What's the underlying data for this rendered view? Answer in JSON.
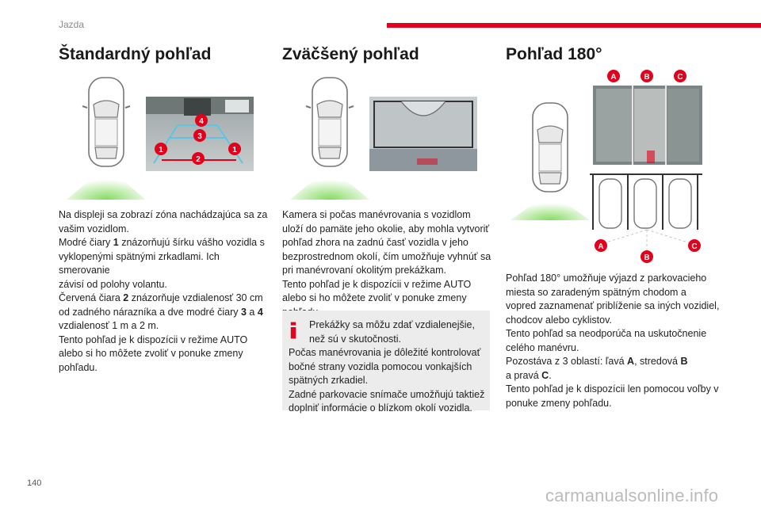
{
  "header": {
    "section": "Jazda"
  },
  "footer": {
    "page_number": "140",
    "watermark": "carmanualsonline.info"
  },
  "colors": {
    "accent_red": "#e2001a",
    "guide_blue": "#5ac6e6",
    "guide_red": "#e2001a",
    "note_bg": "#ececec",
    "green_glow": "#7ed957"
  },
  "col1": {
    "title": "Štandardný pohľad",
    "figure_labels": [
      "4",
      "3",
      "1",
      "2",
      "1"
    ],
    "lines": {
      "l1": "Na displeji sa zobrazí zóna nachádzajúca sa za",
      "l2": "vašim vozidlom.",
      "l3a": "Modré čiary ",
      "l3b": "1",
      "l3c": " znázorňujú šírku vášho vozidla s",
      "l4": "vyklopenými spätnými zrkadlami. Ich smerovanie",
      "l5": "závisí od polohy volantu.",
      "l6a": "Červená čiara ",
      "l6b": "2",
      "l6c": " znázorňuje vzdialenosť 30 cm",
      "l7a": "od zadného nárazníka a dve modré čiary ",
      "l7b": "3",
      "l7c": " a ",
      "l7d": "4",
      "l8": "vzdialenosť 1 m a 2 m.",
      "l9": "Tento pohľad je k dispozícii v režime AUTO",
      "l10": "alebo si ho môžete zvoliť v ponuke zmeny",
      "l11": "pohľadu."
    }
  },
  "col2": {
    "title": "Zväčšený pohľad",
    "lines": {
      "l1": "Kamera si počas manévrovania s vozidlom",
      "l2": "uloží do pamäte jeho okolie, aby mohla vytvoriť",
      "l3": "pohľad zhora na zadnú časť vozidla v jeho",
      "l4": "bezprostrednom okolí, čím umožňuje vyhnúť sa",
      "l5": "pri manévrovaní okolitým prekážkam.",
      "l6": "Tento pohľad je k dispozícii v režime AUTO",
      "l7": "alebo si ho môžete zvoliť v ponuke zmeny",
      "l8": "pohľadu."
    },
    "note": {
      "icon": "info-icon",
      "l1": "Prekážky sa môžu zdať vzdialenejšie,",
      "l2": "než sú v skutočnosti.",
      "l3": "Počas manévrovania je dôležité kontrolovať",
      "l4": "bočné strany vozidla pomocou vonkajších",
      "l5": "spätných zrkadiel.",
      "l6": "Zadné parkovacie snímače umožňujú taktiež",
      "l7": "doplniť informácie o blízkom okolí vozidla."
    }
  },
  "col3": {
    "title": "Pohľad 180°",
    "figure_labels_top": [
      "A",
      "B",
      "C"
    ],
    "figure_labels_bottom": [
      "A",
      "B",
      "C"
    ],
    "lines": {
      "l1": "Pohľad 180° umožňuje výjazd z parkovacieho",
      "l2": "miesta so zaradeným spätným chodom a",
      "l3": "vopred zaznamenať priblíženie sa iných vozidiel,",
      "l4": "chodcov alebo cyklistov.",
      "l5": "Tento pohľad sa neodporúča na uskutočnenie",
      "l6": "celého manévru.",
      "l7a": "Pozostáva z 3 oblastí: ľavá ",
      "l7b": "A",
      "l7c": ", stredová ",
      "l7d": "B",
      "l8a": "a pravá ",
      "l8b": "C",
      "l8c": ".",
      "l9": "Tento pohľad je k dispozícii len pomocou voľby v",
      "l10": "ponuke zmeny pohľadu."
    }
  }
}
